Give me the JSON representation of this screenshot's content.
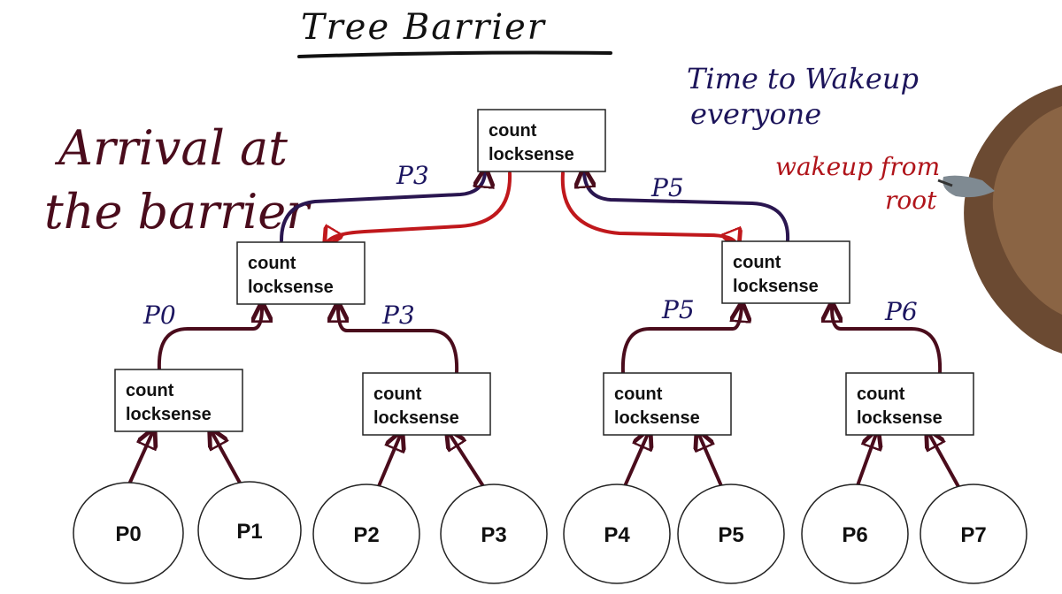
{
  "title": "Tree Barrier",
  "notes": {
    "arrival_line1": "Arrival at",
    "arrival_line2": "the barrier",
    "wake_line1": "Time to Wakeup",
    "wake_line2": "everyone",
    "root_line1": "wakeup from",
    "root_line2": "root"
  },
  "node_fields": {
    "count": "count",
    "locksense": "locksense"
  },
  "processors": [
    "P0",
    "P1",
    "P2",
    "P3",
    "P4",
    "P5",
    "P6",
    "P7"
  ],
  "edge_labels": {
    "root_left": "P3",
    "root_right": "P5",
    "mid_left_a": "P0",
    "mid_left_b": "P3",
    "mid_right_a": "P5",
    "mid_right_b": "P6"
  },
  "colors": {
    "arrival_arrow": "#4a0c1c",
    "wakeup_arrow": "#c0181c",
    "label_ink": "#1c1660",
    "box_stroke": "#222222"
  }
}
